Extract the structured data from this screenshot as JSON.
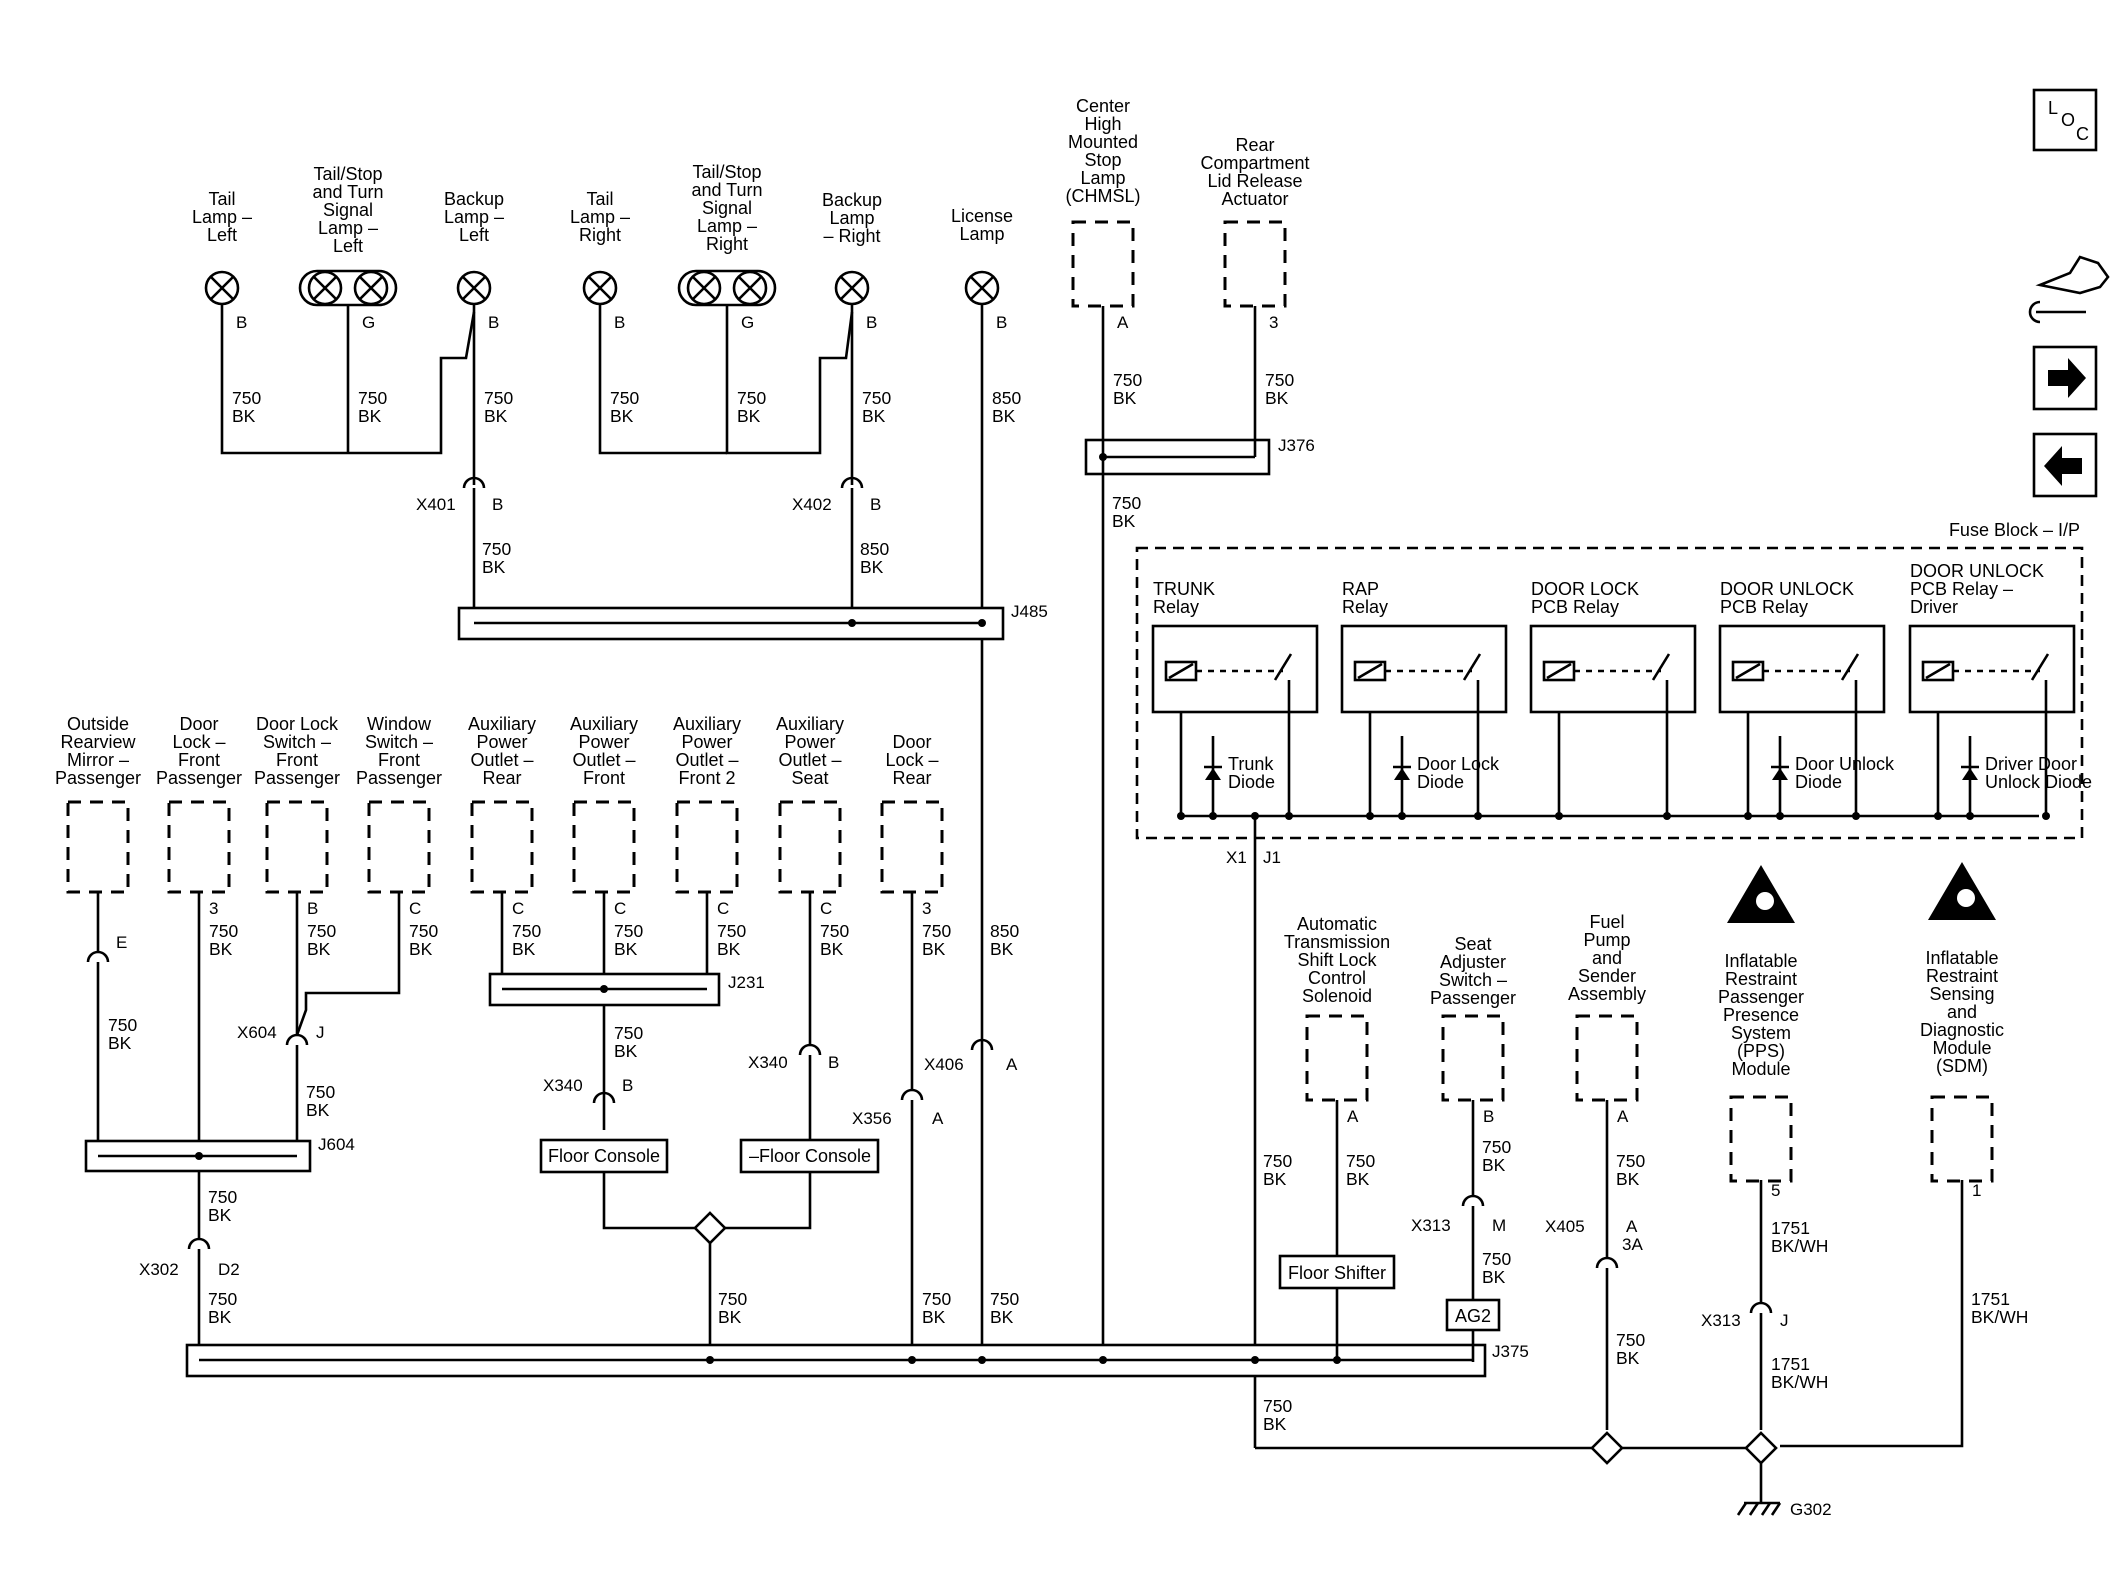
{
  "icons": {
    "loc_box": "LOC",
    "nav": [
      "vehicle-wrench-icon",
      "arrow-right-icon",
      "arrow-left-icon"
    ]
  },
  "lamps": [
    {
      "id": "tail-left",
      "label": [
        "Tail",
        "Lamp –",
        "Left"
      ],
      "pin": "B",
      "wire": [
        "750",
        "BK"
      ]
    },
    {
      "id": "turn-left",
      "label": [
        "Tail/Stop",
        "and Turn",
        "Signal",
        "Lamp –",
        "Left"
      ],
      "pin": "G",
      "wire": [
        "750",
        "BK"
      ]
    },
    {
      "id": "backup-left",
      "label": [
        "Backup",
        "Lamp –",
        "Left"
      ],
      "pin": "B",
      "wire": [
        "750",
        "BK"
      ]
    },
    {
      "id": "tail-right",
      "label": [
        "Tail",
        "Lamp –",
        "Right"
      ],
      "pin": "B",
      "wire": [
        "750",
        "BK"
      ]
    },
    {
      "id": "turn-right",
      "label": [
        "Tail/Stop",
        "and Turn",
        "Signal",
        "Lamp –",
        "Right"
      ],
      "pin": "G",
      "wire": [
        "750",
        "BK"
      ]
    },
    {
      "id": "backup-right",
      "label": [
        "Backup",
        "Lamp",
        "– Right"
      ],
      "pin": "B",
      "wire": [
        "750",
        "BK"
      ]
    },
    {
      "id": "license",
      "label": [
        "License",
        "Lamp"
      ],
      "pin": "B",
      "wire": [
        "850",
        "BK"
      ]
    }
  ],
  "top_components": [
    {
      "id": "chmsl",
      "label": [
        "Center",
        "High",
        "Mounted",
        "Stop",
        "Lamp",
        "(CHMSL)"
      ],
      "pin": "A",
      "wire": [
        "750",
        "BK"
      ]
    },
    {
      "id": "rear-lid",
      "label": [
        "Rear",
        "Compartment",
        "Lid Release",
        "Actuator"
      ],
      "pin": "3",
      "wire": [
        "750",
        "BK"
      ]
    }
  ],
  "connectors": {
    "x401": "X401",
    "x401_pin": "B",
    "x402": "X402",
    "x402_pin": "B",
    "j376": "J376",
    "j485": "J485",
    "j231": "J231",
    "j604": "J604",
    "j375": "J375",
    "x604": "X604",
    "x604_pin": "J",
    "x340a": "X340",
    "x340a_pin": "B",
    "x340b": "X340",
    "x340b_pin": "B",
    "x356": "X356",
    "x356_pin": "A",
    "x406": "X406",
    "x406_pin": "A",
    "x302": "X302",
    "x302_pin": "D2",
    "x313a": "X313",
    "x313a_pin": "M",
    "x313b": "X313",
    "x313b_pin": "J",
    "x405": "X405",
    "x405_pin": [
      "A",
      "3A"
    ],
    "x1": "X1",
    "j1": "J1",
    "g302": "G302"
  },
  "wires": {
    "chmsl_down": [
      "750",
      "BK"
    ],
    "x401_down": [
      "750",
      "BK"
    ],
    "x402_down": [
      "850",
      "BK"
    ],
    "e_wire": [
      "750",
      "BK"
    ],
    "x604_down": [
      "750",
      "BK"
    ],
    "j604_down": [
      "750",
      "BK"
    ],
    "x302_down": [
      "750",
      "BK"
    ],
    "j231_down": [
      "750",
      "BK"
    ],
    "x356_down": [
      "750",
      "BK"
    ],
    "x406_down": [
      "750",
      "BK"
    ],
    "merge_down": [
      "750",
      "BK"
    ],
    "fuse_ground": [
      "750",
      "BK"
    ],
    "shift_left": [
      "750",
      "BK"
    ],
    "shift_right": [
      "750",
      "BK"
    ],
    "seat_top": [
      "750",
      "BK"
    ],
    "seat_bottom": [
      "750",
      "BK"
    ],
    "fuel_top": [
      "750",
      "BK"
    ],
    "fuel_bottom": [
      "750",
      "BK"
    ],
    "pps_top": [
      "1751",
      "BK/WH"
    ],
    "pps_bottom": [
      "1751",
      "BK/WH"
    ],
    "sdm": [
      "1751",
      "BK/WH"
    ]
  },
  "fuse_block": {
    "title": "Fuse Block – I/P",
    "relays": [
      {
        "label": [
          "TRUNK",
          "Relay"
        ],
        "diode": [
          "Trunk",
          "Diode"
        ]
      },
      {
        "label": [
          "RAP",
          "Relay"
        ],
        "diode": [
          "Door Lock",
          "Diode"
        ]
      },
      {
        "label": [
          "DOOR LOCK",
          "PCB Relay"
        ],
        "diode": []
      },
      {
        "label": [
          "DOOR UNLOCK",
          "PCB Relay"
        ],
        "diode": [
          "Door Unlock",
          "Diode"
        ]
      },
      {
        "label": [
          "DOOR UNLOCK",
          "PCB Relay –",
          "Driver"
        ],
        "diode": [
          "Driver Door",
          "Unlock Diode"
        ]
      }
    ]
  },
  "lower_components": [
    {
      "id": "mirror",
      "label": [
        "Outside",
        "Rearview",
        "Mirror –",
        "Passenger"
      ],
      "pin": "",
      "wire": []
    },
    {
      "id": "door-lock-front",
      "label": [
        "Door",
        "Lock –",
        "Front",
        "Passenger"
      ],
      "pin": "3",
      "wire": [
        "750",
        "BK"
      ]
    },
    {
      "id": "door-lock-switch",
      "label": [
        "Door Lock",
        "Switch –",
        "Front",
        "Passenger"
      ],
      "pin": "B",
      "wire": [
        "750",
        "BK"
      ]
    },
    {
      "id": "window-switch",
      "label": [
        "Window",
        "Switch –",
        "Front",
        "Passenger"
      ],
      "pin": "C",
      "wire": [
        "750",
        "BK"
      ]
    },
    {
      "id": "aux-rear",
      "label": [
        "Auxiliary",
        "Power",
        "Outlet –",
        "Rear"
      ],
      "pin": "C",
      "wire": [
        "750",
        "BK"
      ]
    },
    {
      "id": "aux-front",
      "label": [
        "Auxiliary",
        "Power",
        "Outlet –",
        "Front"
      ],
      "pin": "C",
      "wire": [
        "750",
        "BK"
      ]
    },
    {
      "id": "aux-front2",
      "label": [
        "Auxiliary",
        "Power",
        "Outlet –",
        "Front 2"
      ],
      "pin": "C",
      "wire": [
        "750",
        "BK"
      ]
    },
    {
      "id": "aux-seat",
      "label": [
        "Auxiliary",
        "Power",
        "Outlet –",
        "Seat"
      ],
      "pin": "C",
      "wire": [
        "750",
        "BK"
      ]
    },
    {
      "id": "door-lock-rear",
      "label": [
        "Door",
        "Lock –",
        "Rear"
      ],
      "pin": "3",
      "wire": [
        "750",
        "BK"
      ]
    }
  ],
  "right_components": [
    {
      "id": "shift-lock",
      "label": [
        "Automatic",
        "Transmission",
        "Shift Lock",
        "Control",
        "Solenoid"
      ],
      "pin": "A"
    },
    {
      "id": "seat-adjuster",
      "label": [
        "Seat",
        "Adjuster",
        "Switch –",
        "Passenger"
      ],
      "pin": "B"
    },
    {
      "id": "fuel-pump",
      "label": [
        "Fuel",
        "Pump",
        "and",
        "Sender",
        "Assembly"
      ],
      "pin": "A"
    },
    {
      "id": "pps",
      "label": [
        "Inflatable",
        "Restraint",
        "Passenger",
        "Presence",
        "System",
        "(PPS)",
        "Module"
      ],
      "pin": "5"
    },
    {
      "id": "sdm",
      "label": [
        "Inflatable",
        "Restraint",
        "Sensing",
        "and",
        "Diagnostic",
        "Module",
        "(SDM)"
      ],
      "pin": "1"
    }
  ],
  "tags": {
    "floor_console_1": "Floor Console",
    "floor_console_2": "–Floor Console",
    "floor_shifter": "Floor Shifter",
    "ag2": "AG2"
  }
}
